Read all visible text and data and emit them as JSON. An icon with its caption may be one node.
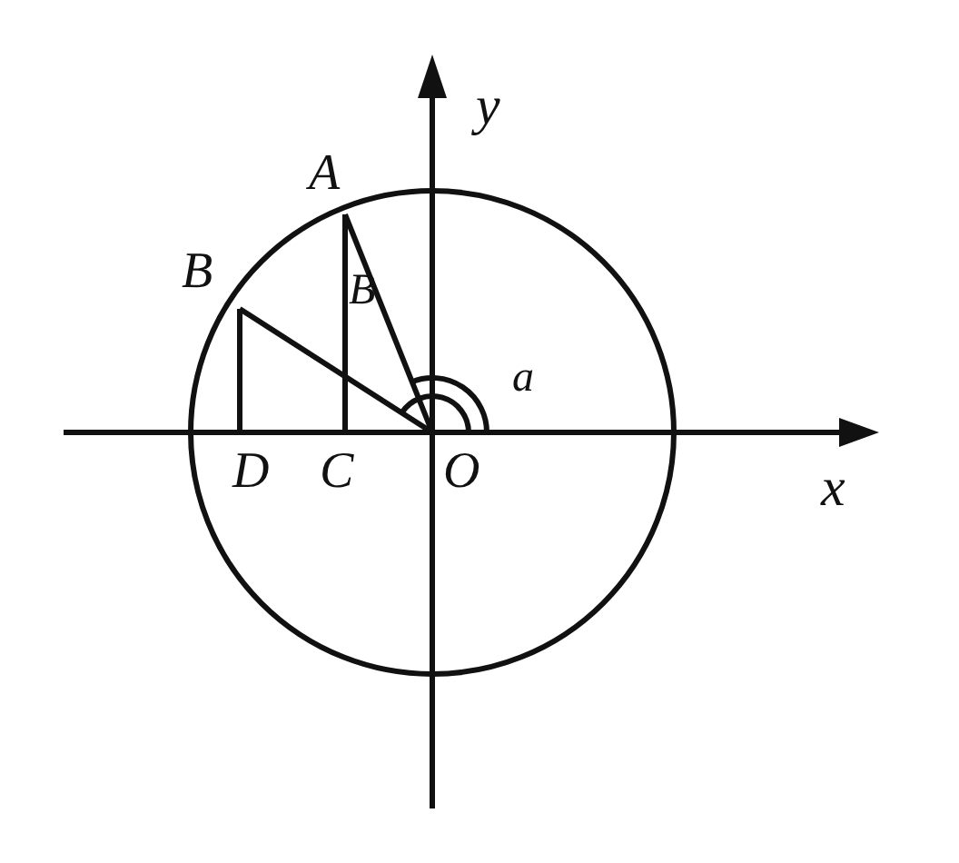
{
  "diagram": {
    "labels": [
      "y",
      "A",
      "B",
      "B",
      "a",
      "D",
      "C",
      "O",
      "x"
    ]
  }
}
